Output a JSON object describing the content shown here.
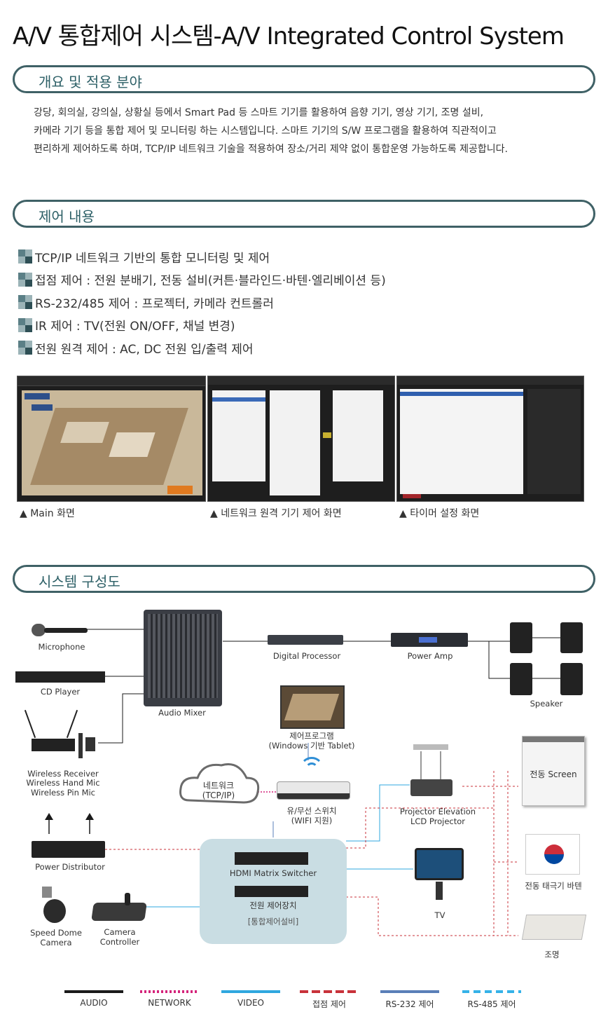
{
  "page_title": "A/V 통합제어 시스템-A/V Integrated Control System",
  "sections": {
    "overview": {
      "heading": "개요 및 적용 분야",
      "lines": [
        "강당, 회의실, 강의실, 상황실 등에서 Smart Pad 등 스마트 기기를 활용하여 음향 기기, 영상 기기, 조명 설비,",
        "카메라 기기 등을 통합 제어 및 모니터링 하는 시스템입니다. 스마트 기기의 S/W 프로그램을 활용하여 직관적이고",
        "편리하게 제어하도록 하며, TCP/IP 네트워크 기술을 적용하여 장소/거리 제약 없이 통합운영 가능하도록 제공합니다."
      ]
    },
    "control": {
      "heading": "제어 내용",
      "items": [
        "TCP/IP 네트워크 기반의 통합 모니터링 및 제어",
        "접점 제어 : 전원 분배기, 전동 설비(커튼·블라인드·바텐·엘리베이션 등)",
        "RS-232/485 제어 : 프로젝터, 카메라 컨트롤러",
        "IR 제어 : TV(전원 ON/OFF, 채널 변경)",
        "전원 원격 제어 : AC, DC 전원 입/출력 제어"
      ]
    },
    "screenshots": {
      "captions": [
        "▲ Main 화면",
        "▲ 네트워크 원격 기기 제어 화면",
        "▲ 타이머 설정 화면"
      ]
    },
    "system": {
      "heading": "시스템 구성도",
      "labels": {
        "microphone": "Microphone",
        "cd_player": "CD Player",
        "audio_mixer": "Audio Mixer",
        "wireless_1": "Wireless Receiver",
        "wireless_2": "Wireless Hand Mic",
        "wireless_3": "Wireless Pin Mic",
        "digital_processor": "Digital Processor",
        "power_amp": "Power Amp",
        "speaker": "Speaker",
        "control_program_1": "제어프로그램",
        "control_program_2": "(Windows 기반 Tablet)",
        "network_1": "네트워크",
        "network_2": "(TCP/IP)",
        "switch_1": "유/무선 스위치",
        "switch_2": "(WIFI 지원)",
        "projector_1": "Projector Elevation",
        "projector_2": "LCD Projector",
        "screen": "전동 Screen",
        "flag": "전동 태극기 바텐",
        "power_distributor": "Power Distributor",
        "hdmi_matrix": "HDMI Matrix Switcher",
        "power_control": "전원 제어장치",
        "integrated": "[통합제어설비]",
        "tv": "TV",
        "light": "조명",
        "speed_dome_1": "Speed Dome",
        "speed_dome_2": "Camera",
        "camera_ctrl_1": "Camera",
        "camera_ctrl_2": "Controller"
      }
    }
  },
  "legend": [
    {
      "label": "AUDIO",
      "color": "#1a1a1a",
      "style": "solid"
    },
    {
      "label": "NETWORK",
      "color": "#d4237a",
      "style": "dotted"
    },
    {
      "label": "VIDEO",
      "color": "#2fa7df",
      "style": "solid"
    },
    {
      "label": "접점 제어",
      "color": "#c8323a",
      "style": "dashed"
    },
    {
      "label": "RS-232 제어",
      "color": "#5a7fb8",
      "style": "solid"
    },
    {
      "label": "RS-485 제어",
      "color": "#35b2e8",
      "style": "dashed"
    }
  ],
  "colors": {
    "accent": "#3f6166",
    "heading_text": "#2c5f66"
  }
}
